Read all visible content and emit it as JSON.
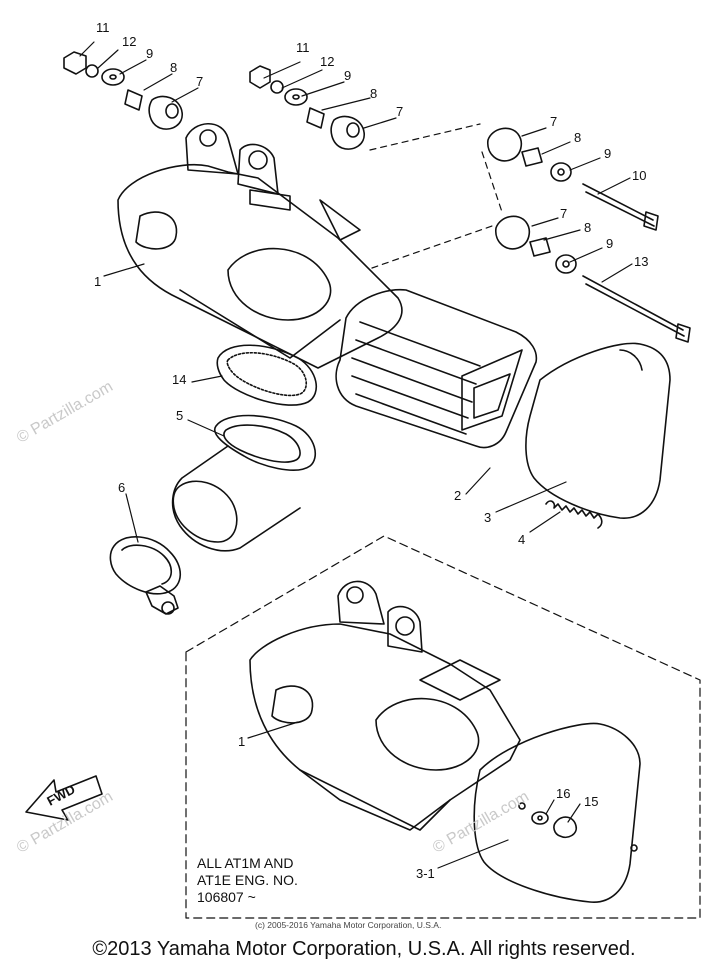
{
  "part_labels": {
    "p11a": "11",
    "p12a": "12",
    "p9a": "9",
    "p8a": "8",
    "p7a": "7",
    "p11b": "11",
    "p12b": "12",
    "p9b": "9",
    "p8b": "8",
    "p7b": "7",
    "p7c": "7",
    "p8c": "8",
    "p9c": "9",
    "p10": "10",
    "p7d": "7",
    "p8d": "8",
    "p9d": "9",
    "p13": "13",
    "p1a": "1",
    "p14": "14",
    "p5": "5",
    "p6": "6",
    "p2": "2",
    "p3": "3",
    "p4": "4",
    "p1b": "1",
    "p16": "16",
    "p15": "15",
    "p31": "3-1"
  },
  "fwd_label": "FWD",
  "watermark": "© Partzilla.com",
  "note_lines": [
    "ALL AT1M AND",
    "AT1E ENG. NO.",
    "106807 ~"
  ],
  "small_credit": "(c) 2005-2016 Yamaha Motor Corporation, U.S.A.",
  "copyright": "©2013 Yamaha Motor Corporation, U.S.A. All rights reserved."
}
